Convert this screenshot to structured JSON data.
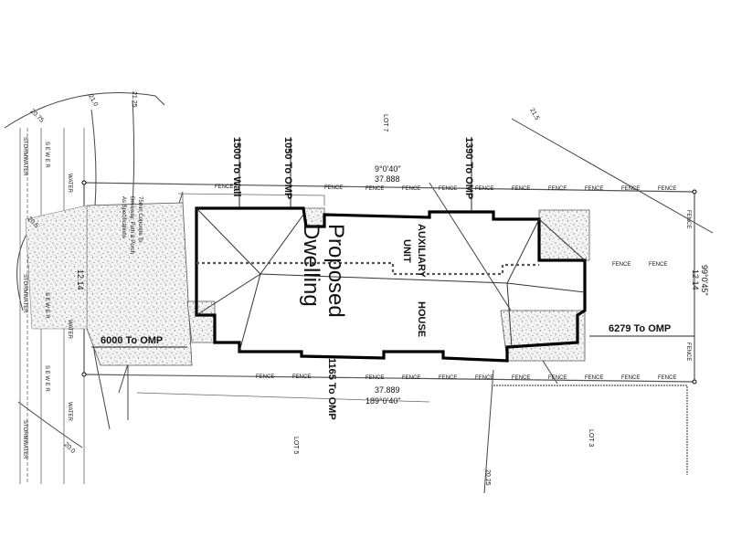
{
  "drawing": {
    "setbacks": {
      "wall_1500": "1500 To Wall",
      "omp_1050": "1050 To OMP",
      "omp_1390": "1390 To OMP",
      "omp_6000": "6000 To OMP",
      "omp_6279": "6279 To OMP",
      "omp_1165": "1165 To OMP"
    },
    "building": {
      "title_line1": "Proposed",
      "title_line2": "Dwelling",
      "auxiliary": "AUXILIARY",
      "unit": "UNIT",
      "house": "HOUSE"
    },
    "boundary": {
      "top_bearing": "9°0'40\"",
      "top_length": "37.888",
      "bottom_length": "37.889",
      "bottom_bearing": "189°0'40\"",
      "right_bearing": "99°0'45\"",
      "right_length": "12.14",
      "left_length": "12.14",
      "fence": "FENCE"
    },
    "lots": {
      "top": "LOT 7",
      "bottom": "LOT 5",
      "right": "LOT 3"
    },
    "contours": {
      "c1": "21.0",
      "c2": "21.25",
      "c3": "21.5",
      "c4": "20.75",
      "c5": "20.5",
      "c6": "20.25",
      "c7": "20.0"
    },
    "driveway_note": {
      "line1": "75mm Concrete To",
      "line2": "Driveway, Path & Porch",
      "line3": "As Specifications"
    },
    "services": {
      "sewer": "S E W E R",
      "water": "WATER",
      "stormwater": "STORMWATER"
    }
  }
}
